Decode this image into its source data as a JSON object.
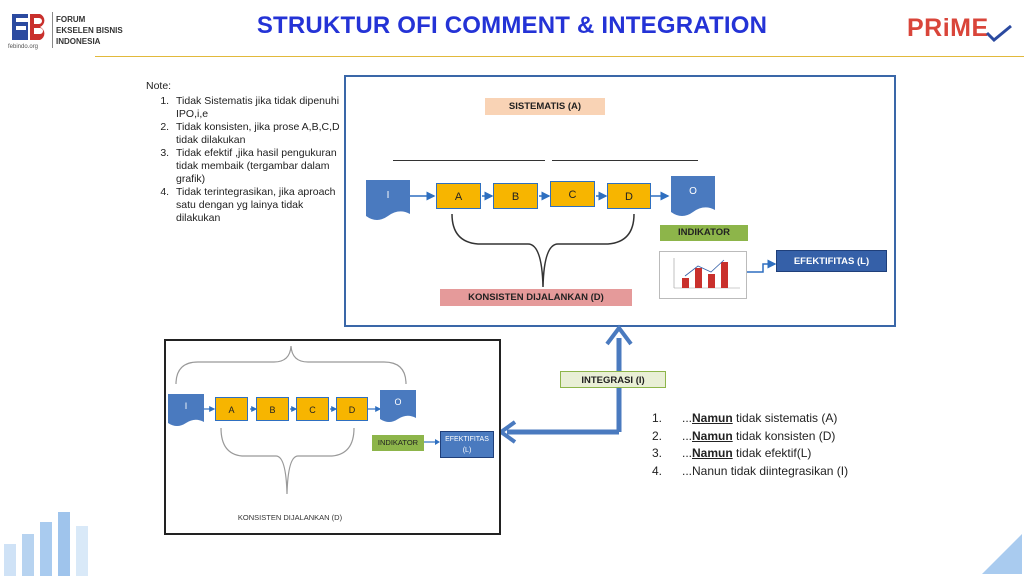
{
  "header": {
    "org_lines": [
      "FORUM",
      "EKSELEN BISNIS",
      "INDONESIA"
    ],
    "org_url": "febindo.org",
    "title": "STRUKTUR OFI COMMENT & INTEGRATION",
    "brand": "PRiME",
    "colors": {
      "title": "#2433d6",
      "brand": "#d9453a",
      "divider": "#e2b93b"
    }
  },
  "note": {
    "heading": "Note:",
    "items": [
      "Tidak Sistematis jika tidak dipenuhi  IPO,i,e",
      "Tidak konsisten, jika prose A,B,C,D tidak dilakukan",
      "Tidak efektif ,jika hasil pengukuran tidak membaik (tergambar dalam grafik)",
      "Tidak terintegrasikan, jika aproach satu dengan yg lainya tidak dilakukan"
    ]
  },
  "top_diagram": {
    "sistematis_label": "SISTEMATIS  (A)",
    "input": "I",
    "steps": [
      "A",
      "B",
      "C",
      "D"
    ],
    "output": "O",
    "indikator": "INDIKATOR",
    "efektifitas": "EFEKTIFITAS (L)",
    "konsisten": "KONSISTEN  DIJALANKAN (D)",
    "mini_chart_values": [
      0.35,
      0.7,
      0.5,
      0.9
    ],
    "colors": {
      "sistematis_bg": "#f9d3b5",
      "indikator_bg": "#8db54a",
      "efektifitas_bg": "#3560a8",
      "konsisten_bg": "#e59a9a"
    }
  },
  "integrasi_label": "INTEGRASI (I)",
  "bottom_diagram": {
    "input": "I",
    "steps": [
      "A",
      "B",
      "C",
      "D"
    ],
    "output": "O",
    "indikator": "INDIKATOR",
    "efektifitas_line1": "EFEKTIFITAS",
    "efektifitas_line2": "(L)",
    "konsisten": "KONSISTEN DIJALANKAN (D)"
  },
  "points": [
    {
      "num": "1.",
      "prefix": "...",
      "em": "Namun",
      "rest": " tidak sistematis (A)"
    },
    {
      "num": "2.",
      "prefix": "...",
      "em": "Namun",
      "rest": " tidak konsisten (D)"
    },
    {
      "num": "3.",
      "prefix": "...",
      "em": "Namun",
      "rest": " tidak efektif(L)"
    },
    {
      "num": "4.",
      "prefix": "...Nanun tidak diintegrasikan (I)",
      "em": "",
      "rest": ""
    }
  ]
}
